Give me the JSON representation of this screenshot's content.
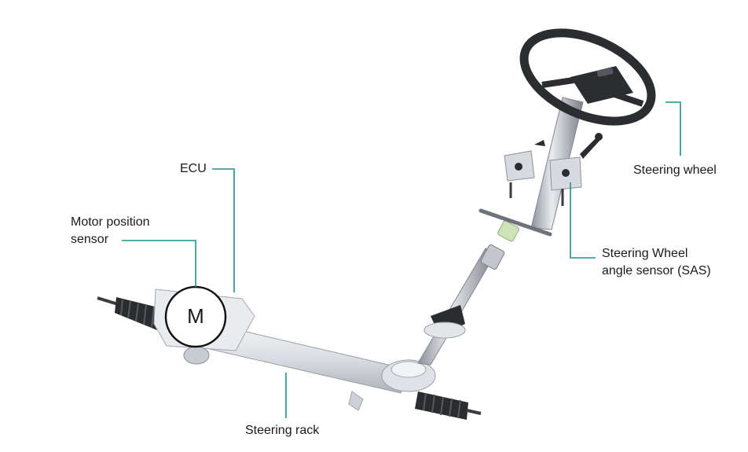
{
  "labels": {
    "ecu": "ECU",
    "motor_sensor_line1": "Motor position",
    "motor_sensor_line2": "sensor",
    "motor_symbol": "M",
    "steering_wheel": "Steering wheel",
    "sas_line1": "Steering Wheel",
    "sas_line2": "angle sensor (SAS)",
    "steering_rack": "Steering rack"
  },
  "colors": {
    "leader_line": "#1f8f8f",
    "metal_light": "#e4e6ea",
    "metal_mid": "#b9bdc4",
    "metal_dark": "#6e737b",
    "rubber": "#2a2c30",
    "wheel": "#2b2d31"
  }
}
